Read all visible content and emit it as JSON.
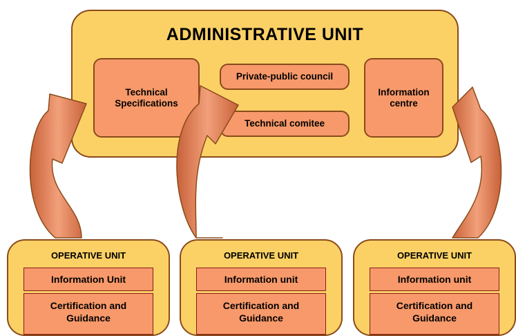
{
  "administrative_unit": {
    "title": "ADMINISTRATIVE UNIT",
    "components": {
      "technical_specifications": "Technical Specifications",
      "private_public_council": "Private-public council",
      "technical_comitee": "Technical comitee",
      "information_centre": "Information centre"
    }
  },
  "operative_units": [
    {
      "title": "OPERATIVE UNIT",
      "information": "Information Unit",
      "certification": "Certification and Guidance"
    },
    {
      "title": "OPERATIVE UNIT",
      "information": "Information unit",
      "certification": "Certification and Guidance"
    },
    {
      "title": "OPERATIVE UNIT",
      "information": "Information unit",
      "certification": "Certification and Guidance"
    }
  ],
  "colors": {
    "container_fill": "#fbd166",
    "box_fill": "#f7996a",
    "arrow_fill": "#e8835a",
    "outline": "#8a4a1a"
  }
}
